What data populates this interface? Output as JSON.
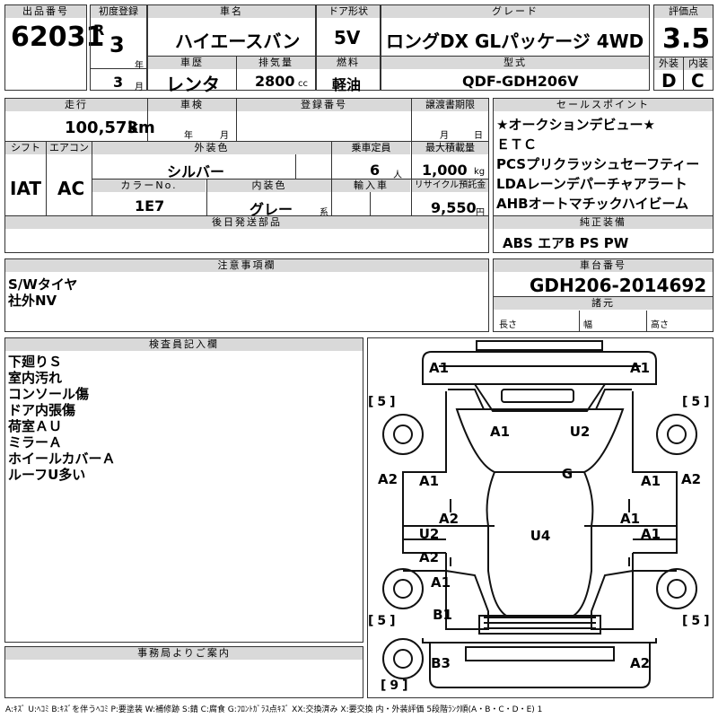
{
  "header": {
    "lot_label": "出品番号",
    "lot": "62031",
    "first_reg_label": "初度登録",
    "era": "R",
    "year": "3",
    "year_unit": "年",
    "month": "3",
    "month_unit": "月",
    "car_name_label": "車名",
    "car_name": "ハイエースバン",
    "door_label": "ドア形状",
    "door": "5V",
    "grade_label": "グレード",
    "grade": "ロングDX GLパッケージ 4WD",
    "score_label": "評価点",
    "score": "3.5",
    "history_label": "車歴",
    "history": "レンタ",
    "displacement_label": "排気量",
    "displacement": "2800",
    "displacement_unit": "cc",
    "fuel_label": "燃料",
    "fuel": "軽油",
    "model_label": "型式",
    "model": "QDF-GDH206V",
    "exterior_label": "外装",
    "exterior_grade": "D",
    "interior_label": "内装",
    "interior_grade": "C"
  },
  "mid": {
    "mileage_label": "走行",
    "mileage": "100,573",
    "mileage_unit": "km",
    "inspection_label": "車検",
    "inspection_year": "年",
    "inspection_month": "月",
    "reg_no_label": "登録番号",
    "transfer_label": "譲渡書期限",
    "transfer_month": "月",
    "transfer_day": "日",
    "shift_label": "シフト",
    "shift": "IAT",
    "ac_label": "エアコン",
    "ac": "AC",
    "ext_color_label": "外装色",
    "ext_color": "シルバー",
    "capacity_label": "乗車定員",
    "capacity": "6",
    "capacity_unit": "人",
    "max_load_label": "最大積載量",
    "max_load": "1,000",
    "max_load_unit": "kg",
    "color_no_label": "カラーNo.",
    "color_no": "1E7",
    "int_color_label": "内装色",
    "int_color": "グレー",
    "int_color_unit": "系",
    "import_label": "輸入車",
    "recycle_label": "リサイクル預託金",
    "recycle": "9,550",
    "recycle_unit": "円",
    "later_parts_label": "後日発送部品"
  },
  "sales_points": {
    "label": "セールスポイント",
    "items": [
      "★オークションデビュー★",
      "ＥＴＣ",
      "PCSプリクラッシュセーフティー",
      "LDAレーンデパーチャアラート",
      "AHBオートマチックハイビーム"
    ]
  },
  "equipment": {
    "label": "純正装備",
    "value": "ABS エアB PS PW"
  },
  "caution": {
    "label": "注意事項欄",
    "lines": [
      "S/Wタイヤ",
      "社外NV"
    ]
  },
  "chassis": {
    "label": "車台番号",
    "value": "GDH206-2014692",
    "spec_label": "諸元",
    "length": "長さ",
    "width": "幅",
    "height": "高さ"
  },
  "inspector": {
    "label": "検査員記入欄",
    "lines": [
      "下廻りＳ",
      "室内汚れ",
      "コンソール傷",
      "ドア内張傷",
      "荷室ＡＵ",
      "ミラーＡ",
      "ホイールカバーＡ",
      "ルーフU多い"
    ]
  },
  "office": {
    "label": "事務局よりご案内"
  },
  "diagram": {
    "marks": {
      "front_left": "A1",
      "front_right": "A1",
      "hood_left": "A1",
      "hood_right": "U2",
      "glass": "G",
      "side_left_outer": "A2",
      "side_right_outer": "A2",
      "door_fl": "A1",
      "door_fr": "A1",
      "pillar_l": "A2",
      "pillar_r": "A1",
      "door_rl_u": "U2",
      "door_rl_a": "A2",
      "door_rr": "A1",
      "roof": "U4",
      "rear_l_a": "A1",
      "rear_l_b": "B1",
      "rear_bottom_l": "B3",
      "rear_bottom_r": "A2"
    },
    "tires": {
      "fl": "5",
      "fr": "5",
      "rl": "5",
      "rr": "5",
      "spare": "9"
    }
  },
  "legend": "A:ｷｽﾞ U:ﾍｺﾐ B:ｷｽﾞを伴うﾍｺﾐ P:要塗装 W:補修跡 S:錆 C:腐食 G:ﾌﾛﾝﾄｶﾞﾗｽ点ｷｽﾞ XX:交換済み X:要交換 内・外装評価 5段階ﾗﾝｸ順(A・B・C・D・E) 1"
}
